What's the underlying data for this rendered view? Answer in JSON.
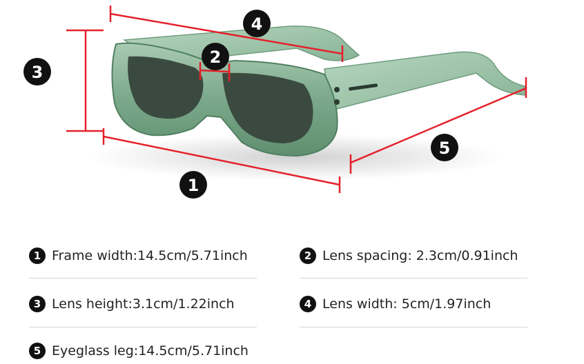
{
  "diagram": {
    "badges": {
      "b1": "1",
      "b2": "2",
      "b3": "3",
      "b4": "4",
      "b5": "5"
    },
    "colors": {
      "measure_line": "#e5202a",
      "frame": "#7aa88a",
      "lens": "#3c4a40"
    }
  },
  "specs": [
    {
      "num": "1",
      "text": "Frame width:14.5cm/5.71inch"
    },
    {
      "num": "2",
      "text": "Lens spacing: 2.3cm/0.91inch"
    },
    {
      "num": "3",
      "text": "Lens height:3.1cm/1.22inch"
    },
    {
      "num": "4",
      "text": "Lens width: 5cm/1.97inch"
    },
    {
      "num": "5",
      "text": "Eyeglass leg:14.5cm/5.71inch"
    }
  ]
}
